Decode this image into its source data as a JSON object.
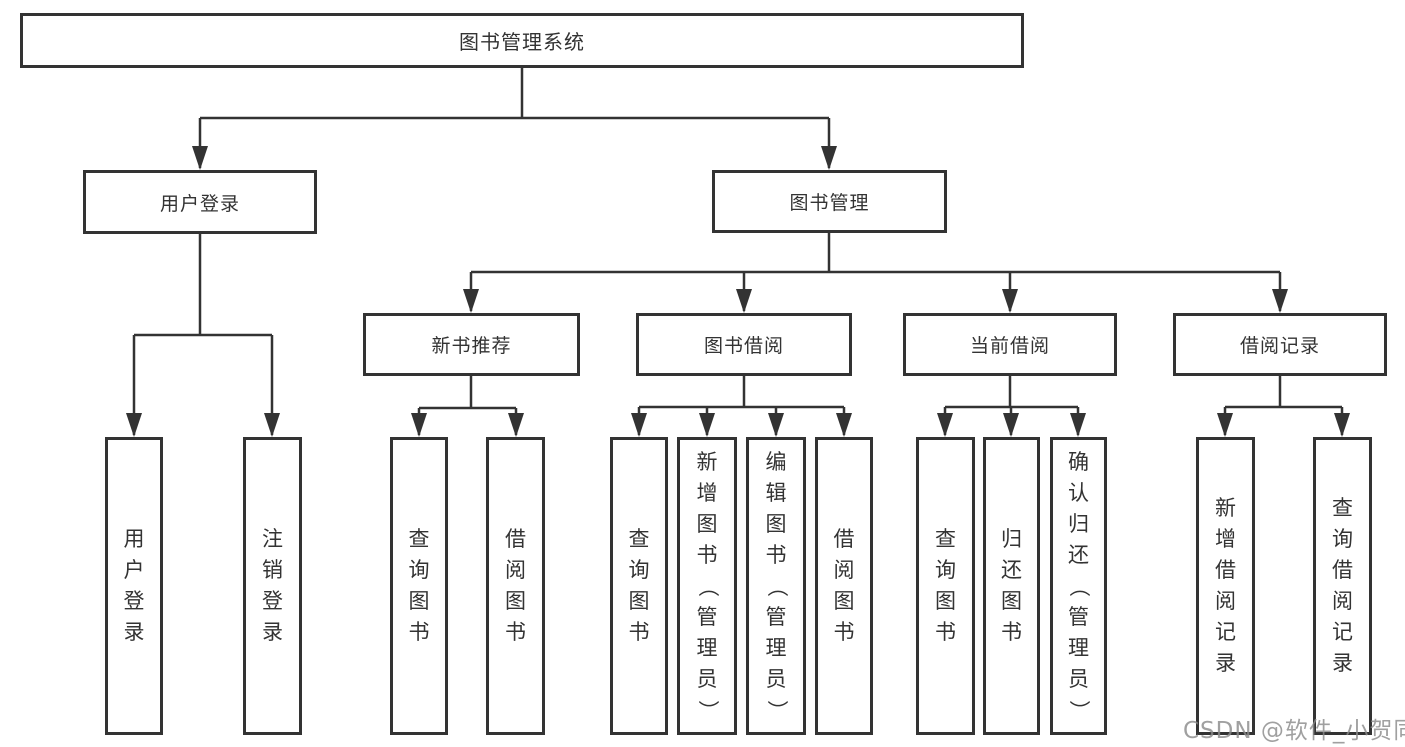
{
  "diagram": {
    "title": "图书管理系统",
    "tree": {
      "root": {
        "label": "图书管理系统",
        "children": [
          {
            "label": "用户登录",
            "children": [
              {
                "label": "用户登录"
              },
              {
                "label": "注销登录"
              }
            ]
          },
          {
            "label": "图书管理",
            "children": [
              {
                "label": "新书推荐",
                "children": [
                  {
                    "label": "查询图书"
                  },
                  {
                    "label": "借阅图书"
                  }
                ]
              },
              {
                "label": "图书借阅",
                "children": [
                  {
                    "label": "查询图书"
                  },
                  {
                    "label": "新增图书（管理员）"
                  },
                  {
                    "label": "编辑图书（管理员）"
                  },
                  {
                    "label": "借阅图书"
                  }
                ]
              },
              {
                "label": "当前借阅",
                "children": [
                  {
                    "label": "查询图书"
                  },
                  {
                    "label": "归还图书"
                  },
                  {
                    "label": "确认归还（管理员）"
                  }
                ]
              },
              {
                "label": "借阅记录",
                "children": [
                  {
                    "label": "新增借阅记录"
                  },
                  {
                    "label": "查询借阅记录"
                  }
                ]
              }
            ]
          }
        ]
      }
    },
    "colors": {
      "line": "#333333",
      "box_border": "#333333",
      "box_fill": "#ffffff",
      "text": "#333333",
      "background": "#ffffff",
      "watermark": "#8b8b8b"
    }
  },
  "watermark": {
    "text": "CSDN @软件_小贺同学"
  }
}
